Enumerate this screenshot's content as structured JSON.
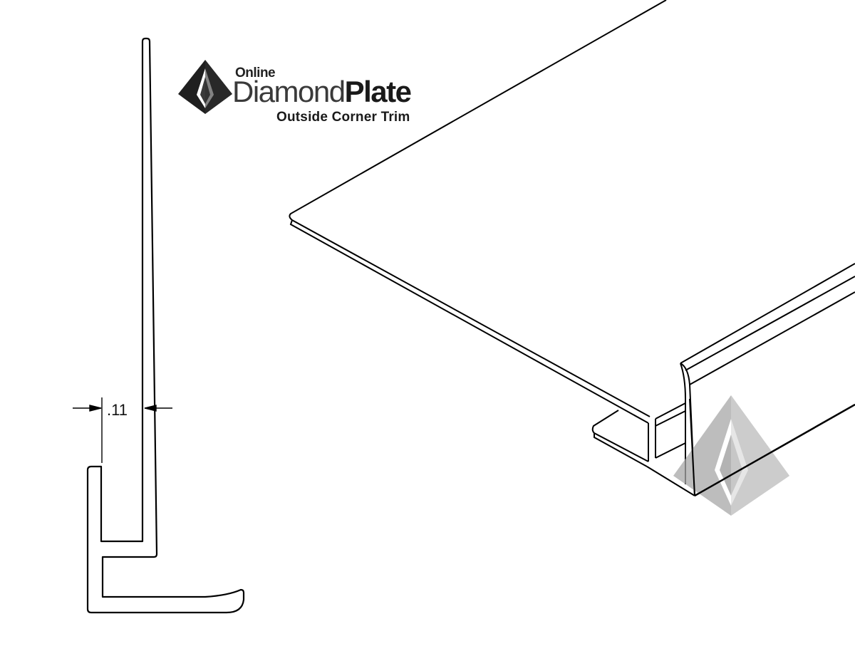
{
  "logo": {
    "line1": "Online",
    "word_a": "Diamond",
    "word_b": "Plate",
    "subtitle": "Outside Corner Trim"
  },
  "profile_view": {
    "dimension_label": ".11"
  },
  "colors": {
    "line": "#000000",
    "background": "#ffffff",
    "logo_dark": "#2a2a2a",
    "watermark_light": "#c8c8c8",
    "watermark_mid": "#a8a8a8",
    "watermark_dark": "#8c8c8c"
  }
}
